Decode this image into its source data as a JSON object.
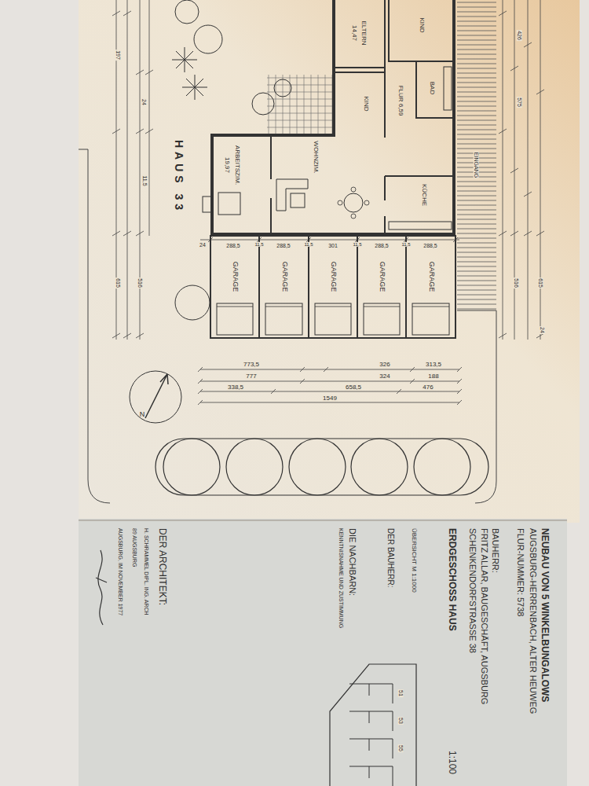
{
  "diagram": {
    "nodes": [
      {
        "text": [
          "ELTERN",
          "14,47"
        ]
      },
      {
        "text": [
          "KIND"
        ]
      },
      {
        "text": [
          "FLUR 6,59"
        ]
      },
      {
        "text": [
          "BAD"
        ]
      },
      {
        "text": [
          "KIND"
        ]
      },
      {
        "text": [
          "KÜCHE"
        ]
      },
      {
        "text": [
          "WOHNZIM."
        ]
      },
      {
        "text": [
          "ARBEITSZIM.",
          "19,97"
        ]
      },
      {
        "text": [
          "GARAGE"
        ]
      },
      {
        "text": [
          "GARAGE"
        ]
      },
      {
        "text": [
          "GARAGE"
        ]
      },
      {
        "text": [
          "GARAGE"
        ]
      },
      {
        "text": [
          "GARAGE"
        ]
      },
      {
        "text": [
          "NEUBAU VON 5 WINKELBUNGALOWS",
          "AUGSBURG-HERRENBACH, ALTER HEUWEG",
          "FLUR-NUMMER: 5738",
          "BAUHERR:",
          "FRITZ ALLAR, BAUGESCHÄFT, AUGSBURG",
          "SCHENKENDORFSTRASSE 38",
          "ERDGESCHOSS HAUS",
          "1:100",
          "ÜBERSICHT M 1:1000",
          "DER BAUHERR:",
          "DIE NACHBARN:",
          "KENNTNISNAHME UND ZUSTIMMUNG",
          "DER ARCHITEKT:",
          "H. SCHRAMMEL DIPL. ING. ARCH",
          "89 AUGSBURG",
          "AUGSBURG, IM NOVEMBER 1977"
        ]
      }
    ],
    "labels": [
      "HAUS 33",
      "EINGANG",
      "N",
      "24",
      "288,5",
      "11,5",
      "288,5",
      "11,5",
      "301",
      "11,5",
      "288,5",
      "11,5",
      "288,5",
      "773,5",
      "326",
      "313,5",
      "777",
      "324",
      "188",
      "338,5",
      "658,5",
      "476",
      "1549",
      "24",
      "516",
      "615",
      "11,5",
      "197",
      "426",
      "575",
      "516",
      "615",
      "24",
      "51",
      "53",
      "55"
    ]
  }
}
